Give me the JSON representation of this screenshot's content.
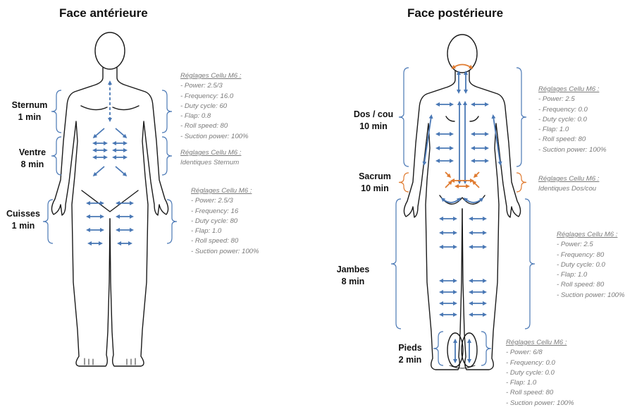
{
  "titles": {
    "anterior": "Face antérieure",
    "posterior": "Face postérieure"
  },
  "colors": {
    "outline": "#1a1a1a",
    "arrow_blue": "#4a78b5",
    "arrow_orange": "#e07b30",
    "bracket_blue": "#4a78b5",
    "bracket_orange": "#e07b30",
    "settings_text": "#7a7a7a"
  },
  "zones": {
    "sternum": {
      "name": "Sternum",
      "duration": "1 min"
    },
    "ventre": {
      "name": "Ventre",
      "duration": "8 min"
    },
    "cuisses": {
      "name": "Cuisses",
      "duration": "1 min"
    },
    "dos_cou": {
      "name": "Dos / cou",
      "duration": "10 min"
    },
    "sacrum": {
      "name": "Sacrum",
      "duration": "10 min"
    },
    "jambes": {
      "name": "Jambes",
      "duration": "8 min"
    },
    "pieds": {
      "name": "Pieds",
      "duration": "2 min"
    }
  },
  "settings": {
    "sternum": {
      "header": "Réglages Cellu M6 :",
      "lines": [
        "- Power: 2.5/3",
        "- Frequency: 16.0",
        "- Duty cycle: 60",
        "- Flap: 0.8",
        "- Roll speed: 80",
        "- Suction power: 100%"
      ]
    },
    "ventre": {
      "header": "Réglages Cellu M6 :",
      "lines": [
        "Identiques Sternum"
      ]
    },
    "cuisses": {
      "header": "Réglages Cellu M6 :",
      "lines": [
        "- Power: 2.5/3",
        "- Frequency: 16",
        "- Duty cycle: 80",
        "- Flap: 1.0",
        "- Roll speed: 80",
        "- Suction power: 100%"
      ]
    },
    "dos_cou": {
      "header": "Réglages Cellu M6 :",
      "lines": [
        "- Power: 2.5",
        "- Frequency: 0.0",
        "- Duty cycle: 0.0",
        "- Flap: 1.0",
        "- Roll speed: 80",
        "- Suction power: 100%"
      ]
    },
    "sacrum": {
      "header": "Réglages Cellu M6 :",
      "lines": [
        "Identiques Dos/cou"
      ]
    },
    "jambes": {
      "header": "Réglages Cellu M6 :",
      "lines": [
        "- Power: 2.5",
        "- Frequency: 80",
        "- Duty cycle: 0.0",
        "- Flap: 1.0",
        "- Roll speed: 80",
        "- Suction power: 100%"
      ]
    },
    "pieds": {
      "header": "Réglages Cellu M6 :",
      "lines": [
        "- Power: 6/8",
        "- Frequency: 0.0",
        "- Duty cycle: 0.0",
        "- Flap: 1.0",
        "- Roll speed: 80",
        "- Suction power: 100%"
      ]
    }
  }
}
